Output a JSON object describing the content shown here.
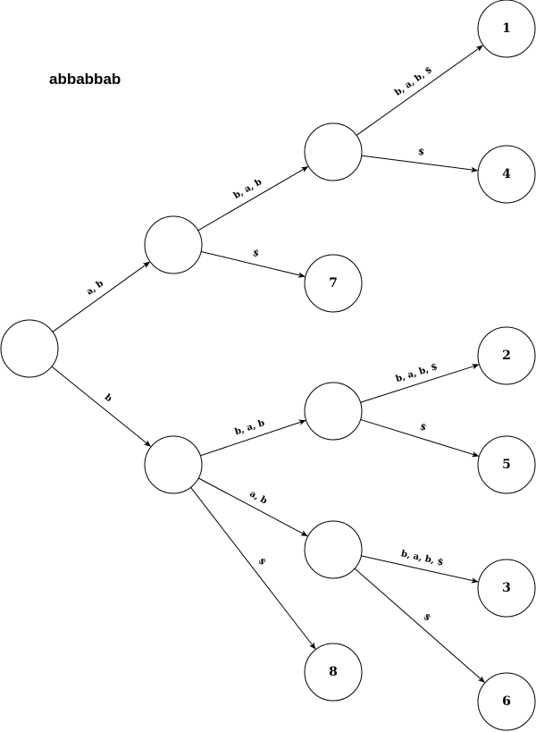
{
  "title": "abbabbab",
  "nodes": [
    {
      "id": "root",
      "label": ""
    },
    {
      "id": "A",
      "label": ""
    },
    {
      "id": "B",
      "label": ""
    },
    {
      "id": "C",
      "label": ""
    },
    {
      "id": "D",
      "label": ""
    },
    {
      "id": "E",
      "label": ""
    },
    {
      "id": "L1",
      "label": "1"
    },
    {
      "id": "L4",
      "label": "4"
    },
    {
      "id": "L7",
      "label": "7"
    },
    {
      "id": "L2",
      "label": "2"
    },
    {
      "id": "L5",
      "label": "5"
    },
    {
      "id": "L3",
      "label": "3"
    },
    {
      "id": "L6",
      "label": "6"
    },
    {
      "id": "L8",
      "label": "8"
    }
  ],
  "edges": [
    {
      "from": "root",
      "to": "A",
      "label": "a, b"
    },
    {
      "from": "root",
      "to": "B",
      "label": "b"
    },
    {
      "from": "A",
      "to": "C",
      "label": "b, a, b"
    },
    {
      "from": "A",
      "to": "L7",
      "label": "$"
    },
    {
      "from": "C",
      "to": "L1",
      "label": "b, a, b, $"
    },
    {
      "from": "C",
      "to": "L4",
      "label": "$"
    },
    {
      "from": "B",
      "to": "D",
      "label": "b, a, b"
    },
    {
      "from": "B",
      "to": "E",
      "label": "a, b"
    },
    {
      "from": "B",
      "to": "L8",
      "label": "$"
    },
    {
      "from": "D",
      "to": "L2",
      "label": "b, a, b, $"
    },
    {
      "from": "D",
      "to": "L5",
      "label": "$"
    },
    {
      "from": "E",
      "to": "L3",
      "label": "b, a, b, $"
    },
    {
      "from": "E",
      "to": "L6",
      "label": "$"
    }
  ]
}
